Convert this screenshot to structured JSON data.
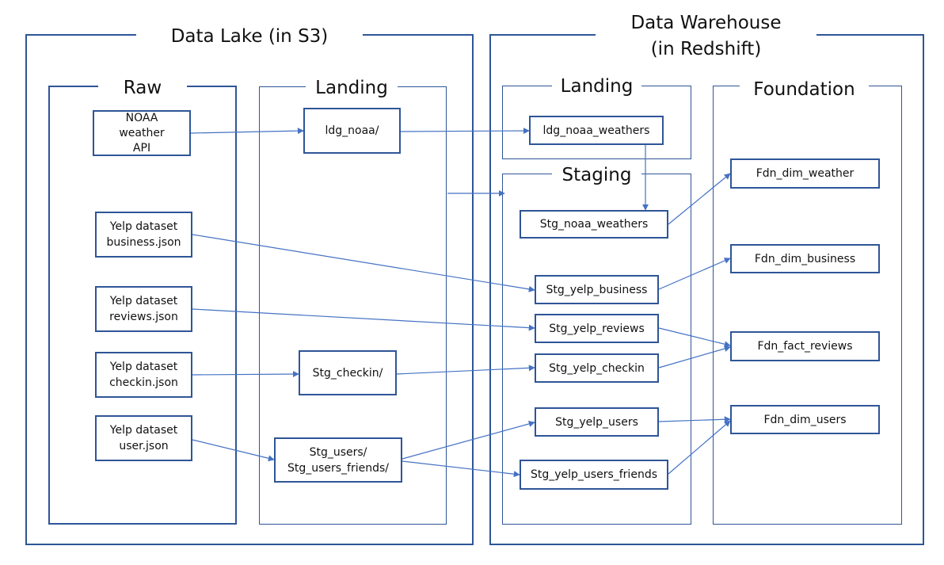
{
  "colors": {
    "accent": "#2f5597",
    "arrow": "#4472c4"
  },
  "frames": {
    "data_lake": "Data Lake (in S3)",
    "data_warehouse": "Data Warehouse\n(in Redshift)",
    "raw": "Raw",
    "lake_landing": "Landing",
    "dw_landing": "Landing",
    "staging": "Staging",
    "foundation": "Foundation"
  },
  "nodes": {
    "noaa_api": "NOAA\nweather\nAPI",
    "yelp_business": "Yelp dataset\nbusiness.json",
    "yelp_reviews": "Yelp dataset\nreviews.json",
    "yelp_checkin": "Yelp dataset\ncheckin.json",
    "yelp_user": "Yelp dataset\nuser.json",
    "ldg_noaa": "ldg_noaa/",
    "stg_checkin": "Stg_checkin/",
    "stg_users": "Stg_users/\nStg_users_friends/",
    "ldg_noaa_weathers": "ldg_noaa_weathers",
    "stg_noaa_weathers": "Stg_noaa_weathers",
    "stg_yelp_business": "Stg_yelp_business",
    "stg_yelp_reviews": "Stg_yelp_reviews",
    "stg_yelp_checkin": "Stg_yelp_checkin",
    "stg_yelp_users": "Stg_yelp_users",
    "stg_yelp_users_friends": "Stg_yelp_users_friends",
    "fdn_dim_weather": "Fdn_dim_weather",
    "fdn_dim_business": "Fdn_dim_business",
    "fdn_fact_reviews": "Fdn_fact_reviews",
    "fdn_dim_users": "Fdn_dim_users"
  }
}
